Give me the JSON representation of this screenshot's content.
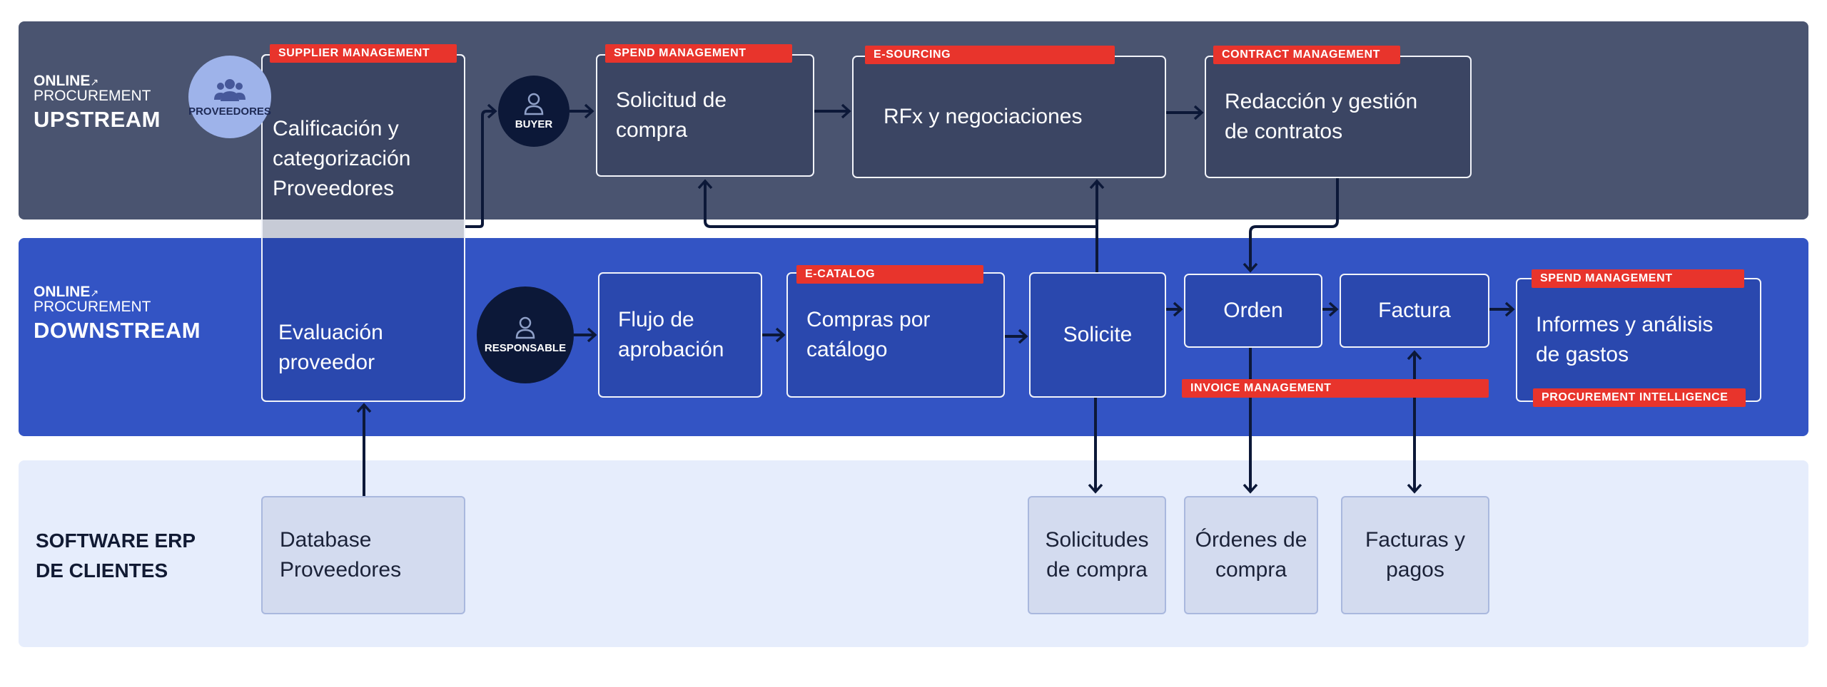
{
  "lanes": {
    "upstream": {
      "brand_top": "ONLINE",
      "brand_bottom": "PROCUREMENT",
      "title": "UPSTREAM"
    },
    "downstream": {
      "brand_top": "ONLINE",
      "brand_bottom": "PROCUREMENT",
      "title": "DOWNSTREAM"
    },
    "erp": {
      "line1": "SOFTWARE ERP",
      "line2": "DE CLIENTES"
    }
  },
  "actors": {
    "proveedores": "PROVEEDORES",
    "buyer": "BUYER",
    "responsable": "RESPONSABLE"
  },
  "boxes": {
    "calificacion": {
      "line1": "Calificación y",
      "line2": "categorización",
      "line3": "Proveedores"
    },
    "evaluacion": {
      "line1": "Evaluación",
      "line2": "proveedor"
    },
    "solicitud_compra": {
      "line1": "Solicitud de",
      "line2": "compra"
    },
    "rfx": "RFx y negociaciones",
    "redaccion": {
      "line1": "Redacción y gestión",
      "line2": "de contratos"
    },
    "flujo": {
      "line1": "Flujo de",
      "line2": "aprobación"
    },
    "compras_catalogo": {
      "line1": "Compras por",
      "line2": "catálogo"
    },
    "solicite": "Solicite",
    "orden": "Orden",
    "factura": "Factura",
    "informes": {
      "line1": "Informes y análisis",
      "line2": "de gastos"
    }
  },
  "erp_boxes": {
    "database": {
      "line1": "Database",
      "line2": "Proveedores"
    },
    "solicitudes": {
      "line1": "Solicitudes",
      "line2": "de compra"
    },
    "ordenes": {
      "line1": "Órdenes de",
      "line2": "compra"
    },
    "facturas": {
      "line1": "Facturas y",
      "line2": "pagos"
    }
  },
  "tags": {
    "supplier_management": "SUPPLIER MANAGEMENT",
    "spend_management_up": "SPEND MANAGEMENT",
    "e_sourcing": "E-SOURCING",
    "contract_management": "CONTRACT MANAGEMENT",
    "e_catalog": "E-CATALOG",
    "spend_management_down": "SPEND MANAGEMENT",
    "invoice_management": "INVOICE MANAGEMENT",
    "procurement_intelligence": "PROCUREMENT INTELLIGENCE"
  },
  "colors": {
    "upstream_band": "#4a5470",
    "downstream_band": "#3354c4",
    "erp_band": "#e6edfc",
    "tag_red": "#e8342c",
    "arrow": "#0c1838"
  },
  "icons": {
    "actor": "person-icon",
    "group": "users-icon",
    "brand": "sparkle-icon"
  }
}
